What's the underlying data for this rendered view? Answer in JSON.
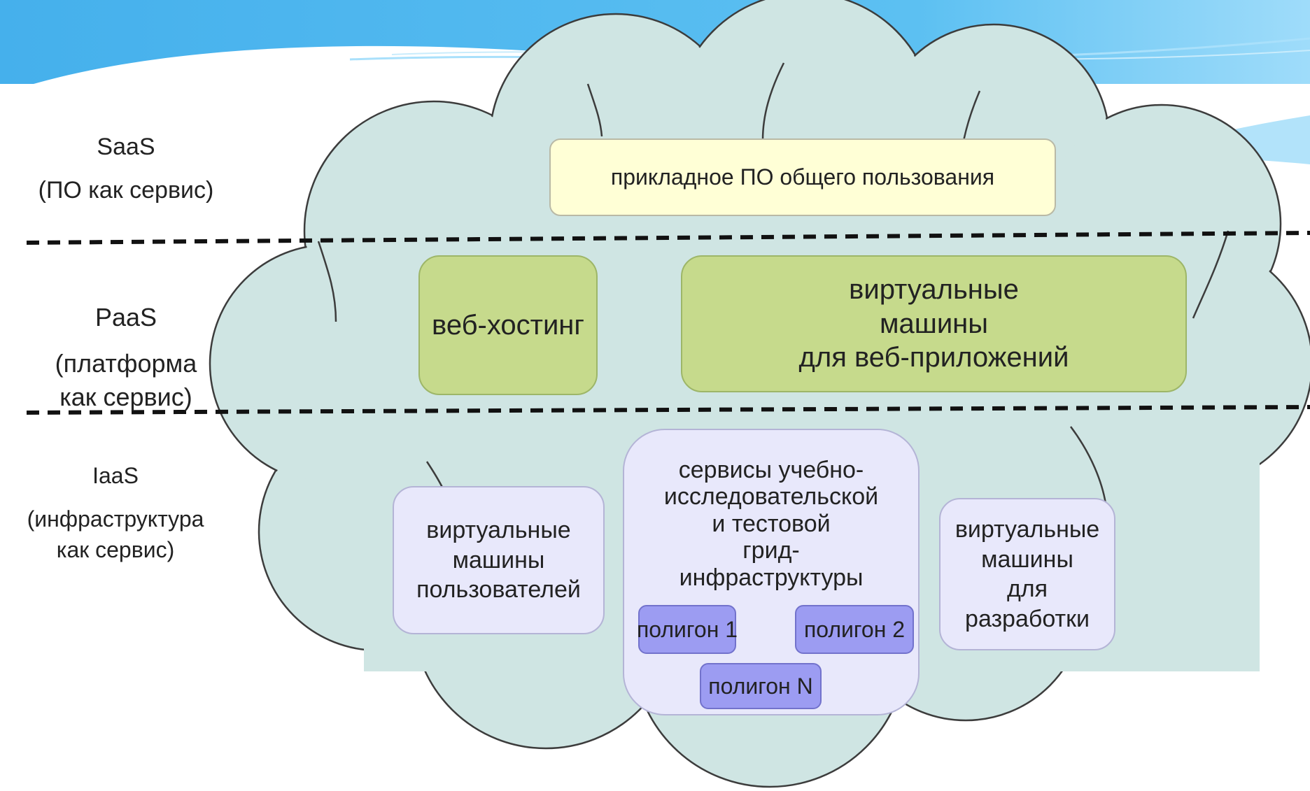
{
  "layers": [
    {
      "name": "SaaS",
      "description": "(ПО как сервис)"
    },
    {
      "name": "PaaS",
      "description": "(платформа\nкак сервис)"
    },
    {
      "name": "IaaS",
      "description": "(инфраструктура\nкак сервис)"
    }
  ],
  "saas": {
    "app_box": "прикладное ПО общего пользования"
  },
  "paas": {
    "hosting_box": "веб-хостинг",
    "webapp_vm_box": "виртуальные\nмашины\nдля веб-приложений"
  },
  "iaas": {
    "user_vm_box": "виртуальные\nмашины\nпользователей",
    "grid_box": {
      "title": "сервисы учебно-\nисследовательской\nи тестовой\nгрид-\nинфраструктуры",
      "polygons": [
        "полигон 1",
        "полигон 2",
        "полигон N"
      ]
    },
    "dev_vm_box": "виртуальные\nмашины\nдля\nразработки"
  },
  "colors": {
    "header_blue": "#4db4ee",
    "cloud_fill": "#cfe5e3",
    "cloud_stroke": "#3c3c3c",
    "saas_box": "#ffffd6",
    "paas_box": "#c6da8c",
    "iaas_box": "#e8e8fb",
    "polygon_chip": "#9c9cf2"
  }
}
